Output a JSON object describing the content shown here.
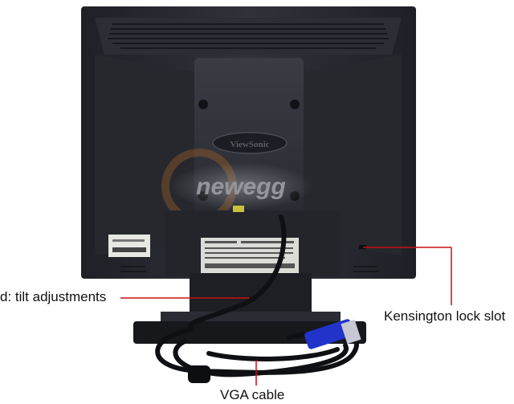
{
  "photo": {
    "subject": "monitor-rear-view",
    "colors": {
      "body": "#2b2d33",
      "body_dark": "#1c1d22",
      "panel": "#34363d",
      "callout_line": "#c81010",
      "vga_plug": "#2233cc"
    }
  },
  "brand_badge": "ViewSonic",
  "watermark": "newegg",
  "callouts": {
    "stand": "d: tilt adjustments",
    "lock": "Kensington lock slot",
    "vga": "VGA cable"
  }
}
